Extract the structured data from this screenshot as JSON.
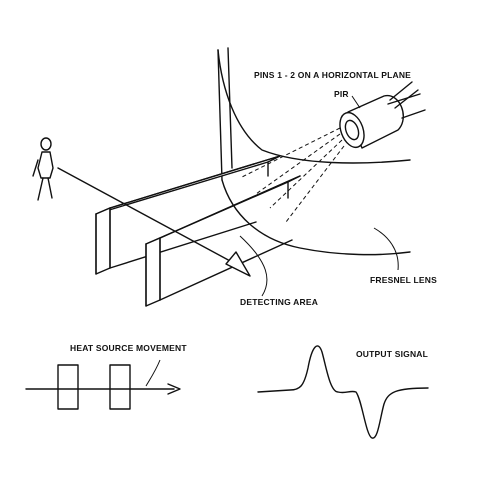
{
  "labels": {
    "pins": "PINS 1 - 2 ON A HORIZONTAL PLANE",
    "pir": "PIR",
    "fresnel_lens": "FRESNEL LENS",
    "detecting_area": "DETECTING AREA",
    "heat_source_movement": "HEAT SOURCE MOVEMENT",
    "output_signal": "OUTPUT SIGNAL"
  },
  "colors": {
    "ink": "#111111",
    "background": "#ffffff"
  }
}
